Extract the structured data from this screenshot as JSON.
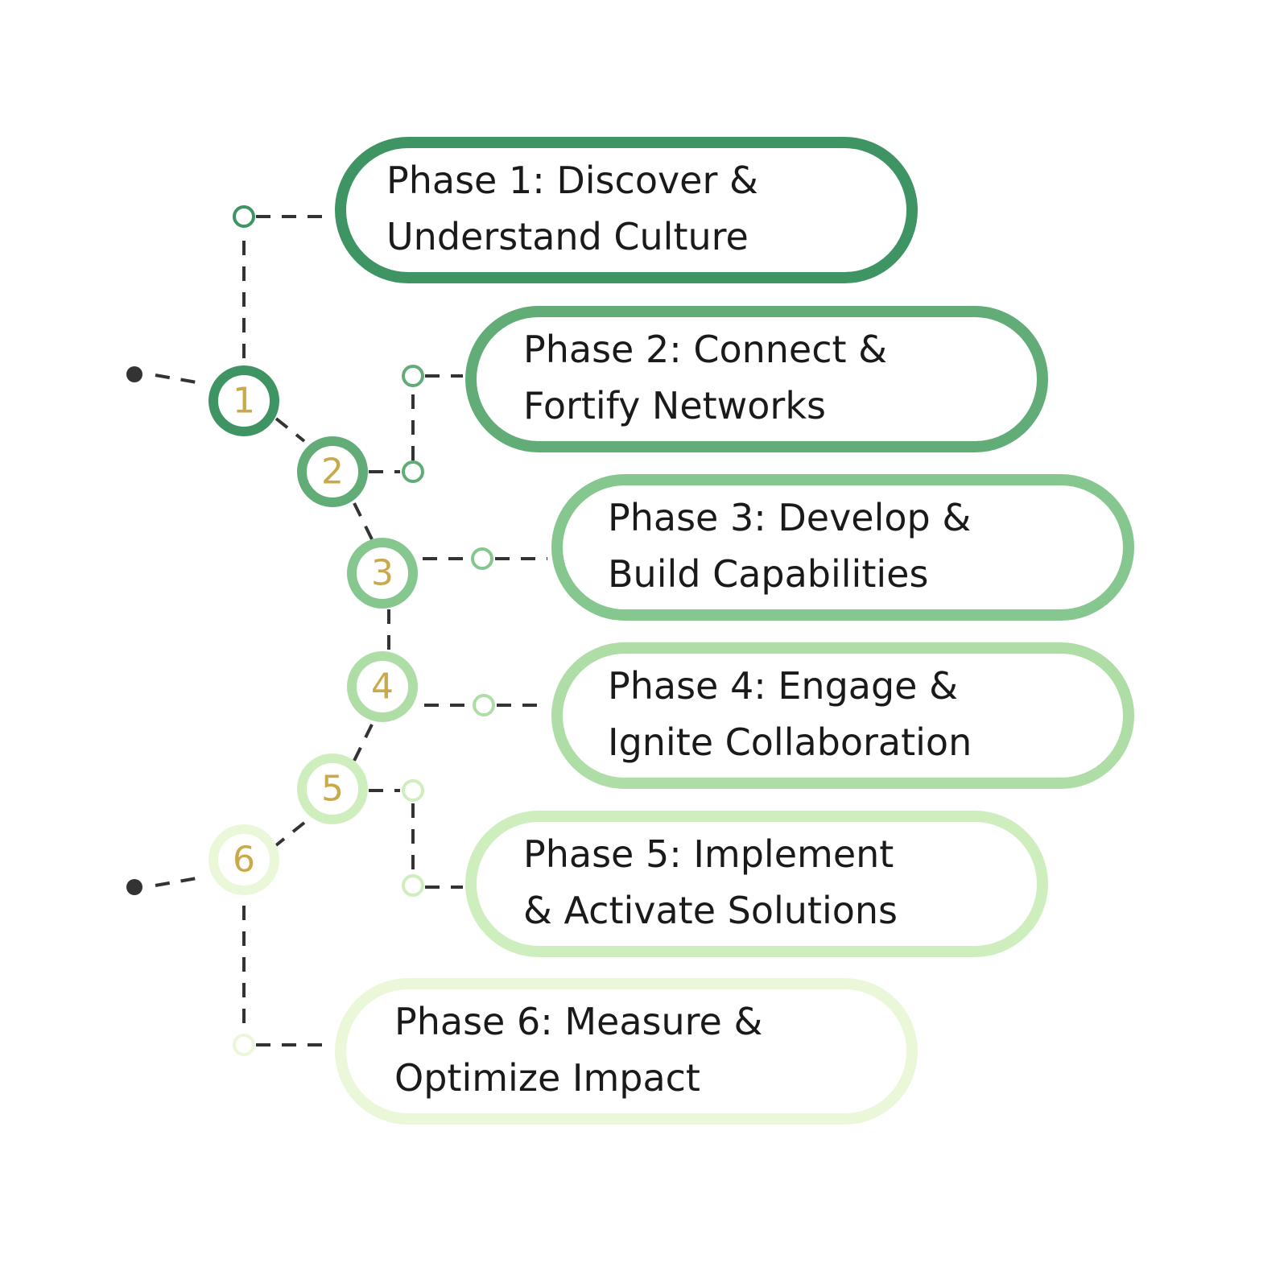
{
  "colors": {
    "phase1": "#3f9463",
    "phase2": "#62ac78",
    "phase3": "#86c68f",
    "phase4": "#aedda5",
    "phase5": "#cfeebe",
    "phase6": "#eaf8d9",
    "number": "#c9a94a",
    "connector": "#333333"
  },
  "phases": [
    {
      "number": "1",
      "line1": "Phase 1: Discover &",
      "line2": "Understand Culture"
    },
    {
      "number": "2",
      "line1": "Phase 2: Connect &",
      "line2": "Fortify Networks"
    },
    {
      "number": "3",
      "line1": "Phase 3: Develop &",
      "line2": "Build Capabilities"
    },
    {
      "number": "4",
      "line1": "Phase 4: Engage &",
      "line2": "Ignite Collaboration"
    },
    {
      "number": "5",
      "line1": "Phase 5: Implement",
      "line2": "& Activate Solutions"
    },
    {
      "number": "6",
      "line1": "Phase 6: Measure &",
      "line2": "Optimize Impact"
    }
  ]
}
